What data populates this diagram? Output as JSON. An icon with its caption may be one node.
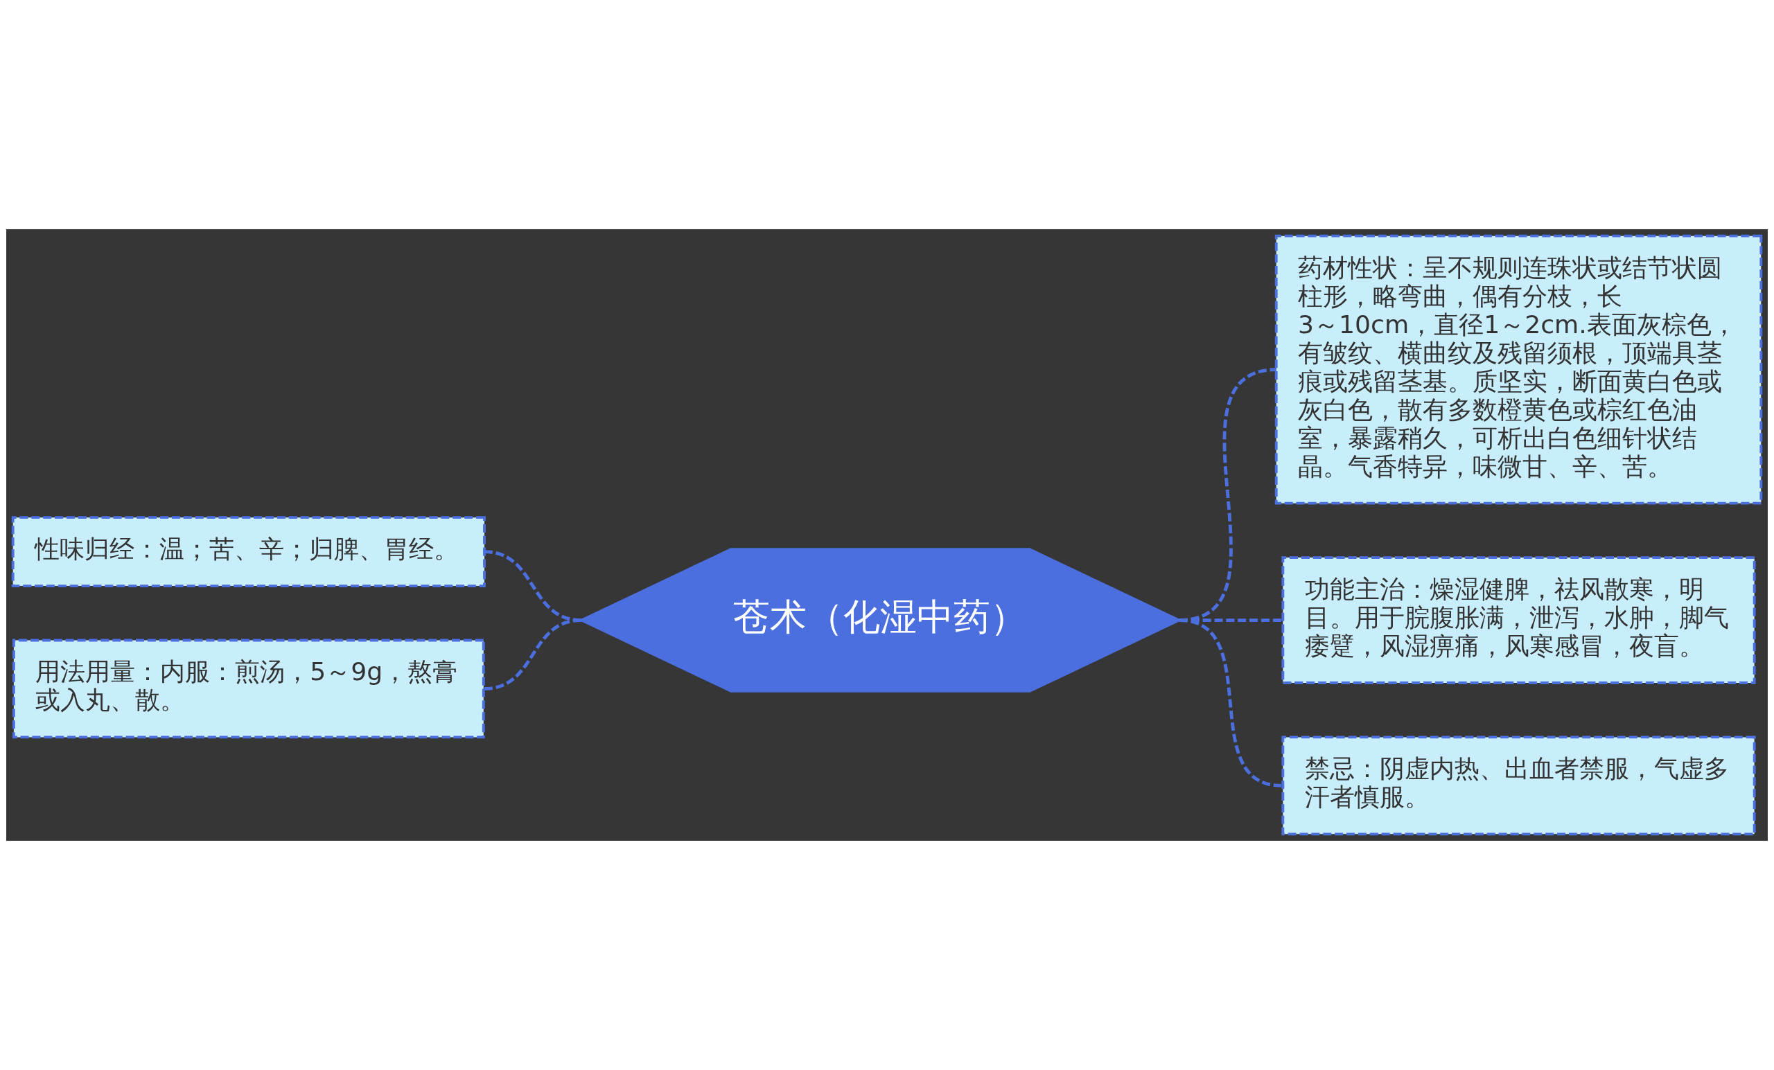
{
  "diagram": {
    "nodes": [
      {
        "text": [
          "苍术（化湿中药）"
        ]
      },
      {
        "text": [
          "性味归经：温；苦、辛；归脾、胃经。"
        ]
      },
      {
        "text": [
          "用法用量：内服：煎汤，5～9g，熬膏或入丸、散。"
        ]
      },
      {
        "text": [
          "药材性状：呈不规则连珠状或结节状圆柱形，略弯曲，偶有分枝，长3～10cm，直径1～2cm.表面灰棕色，有皱纹、横曲纹及残留须根，顶端具茎痕或残留茎基。质坚实，断面黄白色或灰白色，散有多数橙黄色或棕红色油室，暴露稍久，可析出白色细针状结晶。气香特异，味微甘、辛、苦。"
        ]
      },
      {
        "text": [
          "功能主治：燥湿健脾，祛风散寒，明目。用于脘腹胀满，泄泻，水肿，脚气痿躄，风湿痹痛，风寒感冒，夜盲。"
        ]
      },
      {
        "text": [
          "禁忌：阴虚内热、出血者禁服，气虚多汗者慎服。"
        ]
      }
    ],
    "edges": [
      {
        "from": 0,
        "to": 1,
        "arrow": "none",
        "style": "dashed"
      },
      {
        "from": 0,
        "to": 2,
        "arrow": "none",
        "style": "dashed"
      },
      {
        "from": 0,
        "to": 3,
        "arrow": "none",
        "style": "dashed"
      },
      {
        "from": 0,
        "to": 4,
        "arrow": "none",
        "style": "dashed"
      },
      {
        "from": 0,
        "to": 5,
        "arrow": "none",
        "style": "dashed"
      }
    ]
  }
}
